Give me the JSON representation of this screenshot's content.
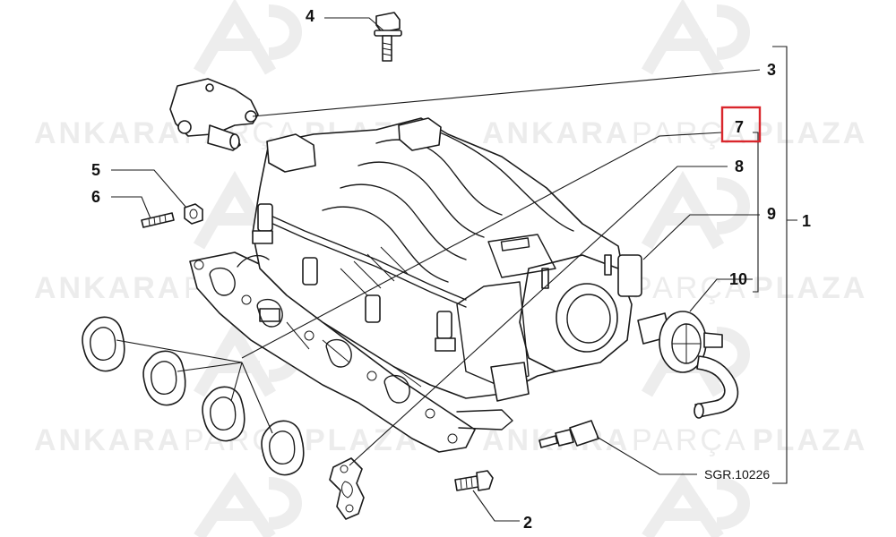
{
  "watermark": {
    "text_left": "ANKARA",
    "text_mid": "PARÇA",
    "text_right": "PLAZA",
    "color": "#ececec"
  },
  "callouts": [
    "1",
    "2",
    "3",
    "4",
    "5",
    "6",
    "7",
    "8",
    "9",
    "10"
  ],
  "highlighted_callout": "7",
  "highlight_color": "#d9262c",
  "reference_code": "SGR.10226"
}
